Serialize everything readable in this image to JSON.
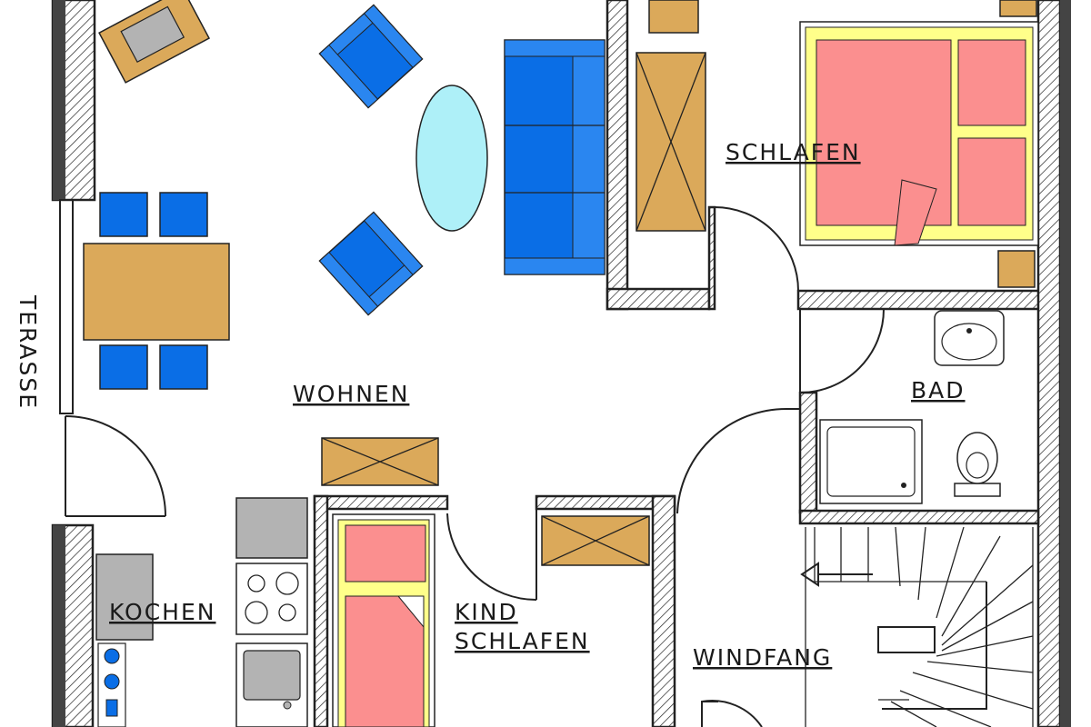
{
  "rooms": {
    "wohnen": "WOHNEN",
    "schlafen": "SCHLAFEN",
    "bad": "BAD",
    "kochen": "KOCHEN",
    "kind_line1": "KIND",
    "kind_line2": "SCHLAFEN",
    "windfang": "WINDFANG",
    "terasse": "TERASSE"
  },
  "colors": {
    "sofa_blue": "#0a6ee6",
    "table_wood": "#dba95a",
    "bed_pink": "#fb8f8f",
    "bed_frame_yellow": "#ffff8a",
    "rug_cyan": "#aef0f8",
    "appliance_grey": "#b3b3b3"
  }
}
